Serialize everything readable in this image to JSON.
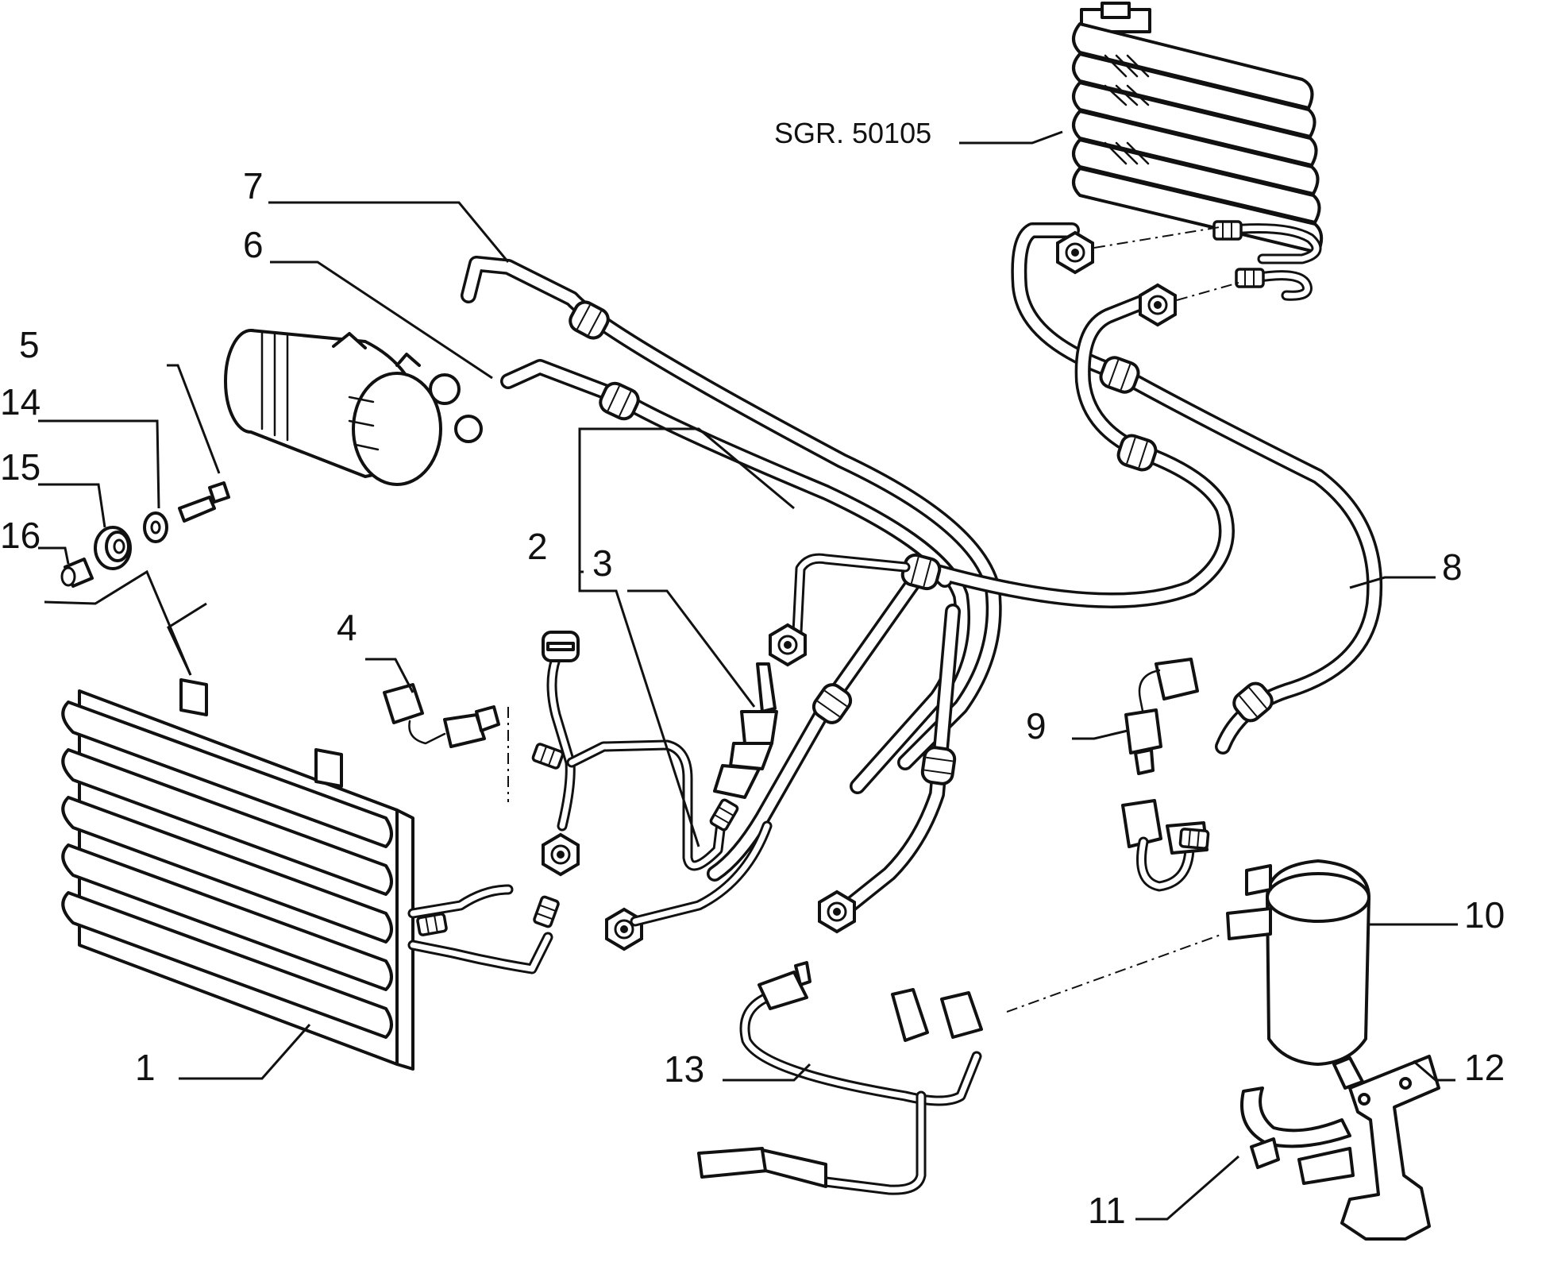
{
  "reference_label": "SGR. 50105",
  "callouts": [
    {
      "id": "c1",
      "text": "1"
    },
    {
      "id": "c2",
      "text": "2"
    },
    {
      "id": "c3",
      "text": "3"
    },
    {
      "id": "c4",
      "text": "4"
    },
    {
      "id": "c5",
      "text": "5"
    },
    {
      "id": "c6",
      "text": "6"
    },
    {
      "id": "c7",
      "text": "7"
    },
    {
      "id": "c8",
      "text": "8"
    },
    {
      "id": "c9",
      "text": "9"
    },
    {
      "id": "c10",
      "text": "10"
    },
    {
      "id": "c11",
      "text": "11"
    },
    {
      "id": "c12",
      "text": "12"
    },
    {
      "id": "c13",
      "text": "13"
    },
    {
      "id": "c14",
      "text": "14"
    },
    {
      "id": "c15",
      "text": "15"
    },
    {
      "id": "c16",
      "text": "16"
    }
  ]
}
